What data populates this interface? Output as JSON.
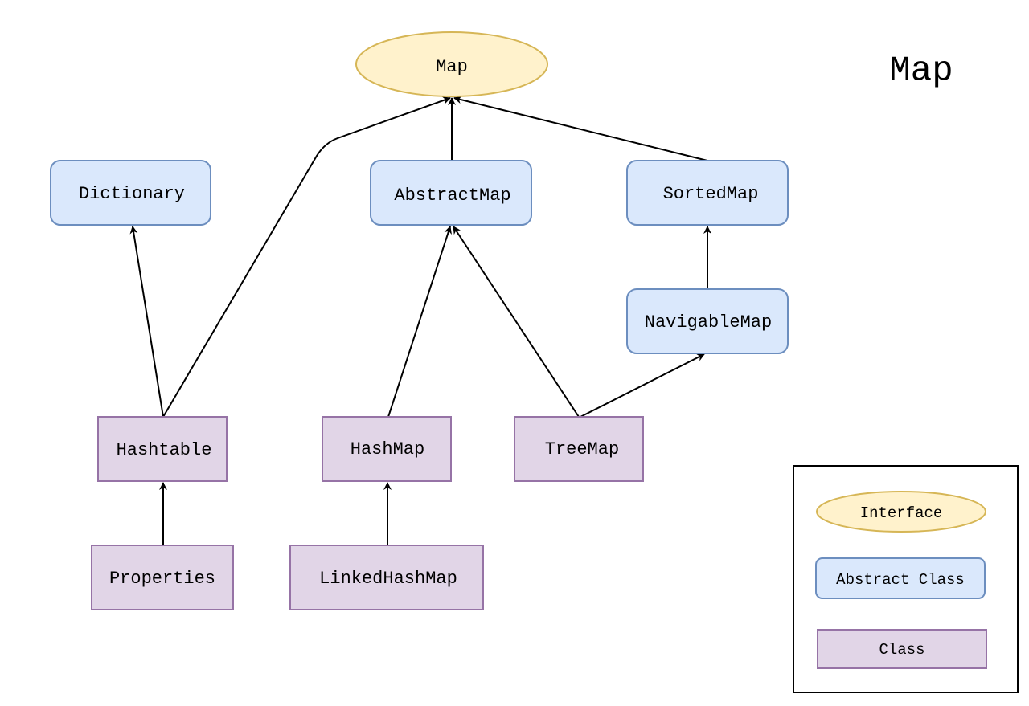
{
  "title": "Map",
  "colors": {
    "interface_fill": "#fff2cc",
    "interface_stroke": "#d6b656",
    "abstract_fill": "#dae8fc",
    "abstract_stroke": "#6c8ebf",
    "class_fill": "#e1d5e7",
    "class_stroke": "#9673a6",
    "edge": "#000000"
  },
  "nodes": {
    "map": {
      "label": "Map",
      "kind": "interface"
    },
    "dictionary": {
      "label": "Dictionary",
      "kind": "abstract"
    },
    "abstract_map": {
      "label": "AbstractMap",
      "kind": "abstract"
    },
    "sorted_map": {
      "label": "SortedMap",
      "kind": "abstract"
    },
    "navigable_map": {
      "label": "NavigableMap",
      "kind": "abstract"
    },
    "hashtable": {
      "label": "Hashtable",
      "kind": "class"
    },
    "hash_map": {
      "label": "HashMap",
      "kind": "class"
    },
    "tree_map": {
      "label": "TreeMap",
      "kind": "class"
    },
    "properties": {
      "label": "Properties",
      "kind": "class"
    },
    "linked_hash_map": {
      "label": "LinkedHashMap",
      "kind": "class"
    }
  },
  "edges": [
    {
      "from": "hashtable",
      "to": "dictionary"
    },
    {
      "from": "hashtable",
      "to": "map"
    },
    {
      "from": "abstract_map",
      "to": "map"
    },
    {
      "from": "sorted_map",
      "to": "map"
    },
    {
      "from": "navigable_map",
      "to": "sorted_map"
    },
    {
      "from": "hash_map",
      "to": "abstract_map"
    },
    {
      "from": "tree_map",
      "to": "abstract_map"
    },
    {
      "from": "tree_map",
      "to": "navigable_map"
    },
    {
      "from": "properties",
      "to": "hashtable"
    },
    {
      "from": "linked_hash_map",
      "to": "hash_map"
    }
  ],
  "legend": {
    "interface": "Interface",
    "abstract": "Abstract Class",
    "class": "Class"
  }
}
